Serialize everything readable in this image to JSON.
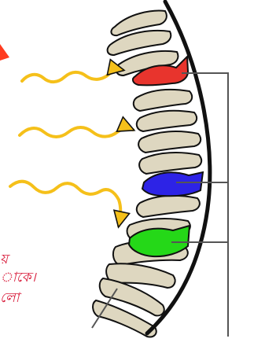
{
  "caption": {
    "lines": [
      "য়",
      "াকে।",
      "লো"
    ]
  },
  "colors": {
    "background": "#ffffff",
    "cell_fill": "#ded7c0",
    "outline": "#111111",
    "arrow_yellow": "#f5c01a",
    "red_cone": "#e8342d",
    "blue_cone": "#2d23e6",
    "green_cone": "#25d818",
    "pointer_line": "#555555",
    "caption_text": "#d81b3a",
    "partial_red_shape": "#ff3b1f"
  },
  "icons": {
    "light_arrow": "wavy-arrow-icon",
    "partial_shape": "triangle-icon"
  }
}
